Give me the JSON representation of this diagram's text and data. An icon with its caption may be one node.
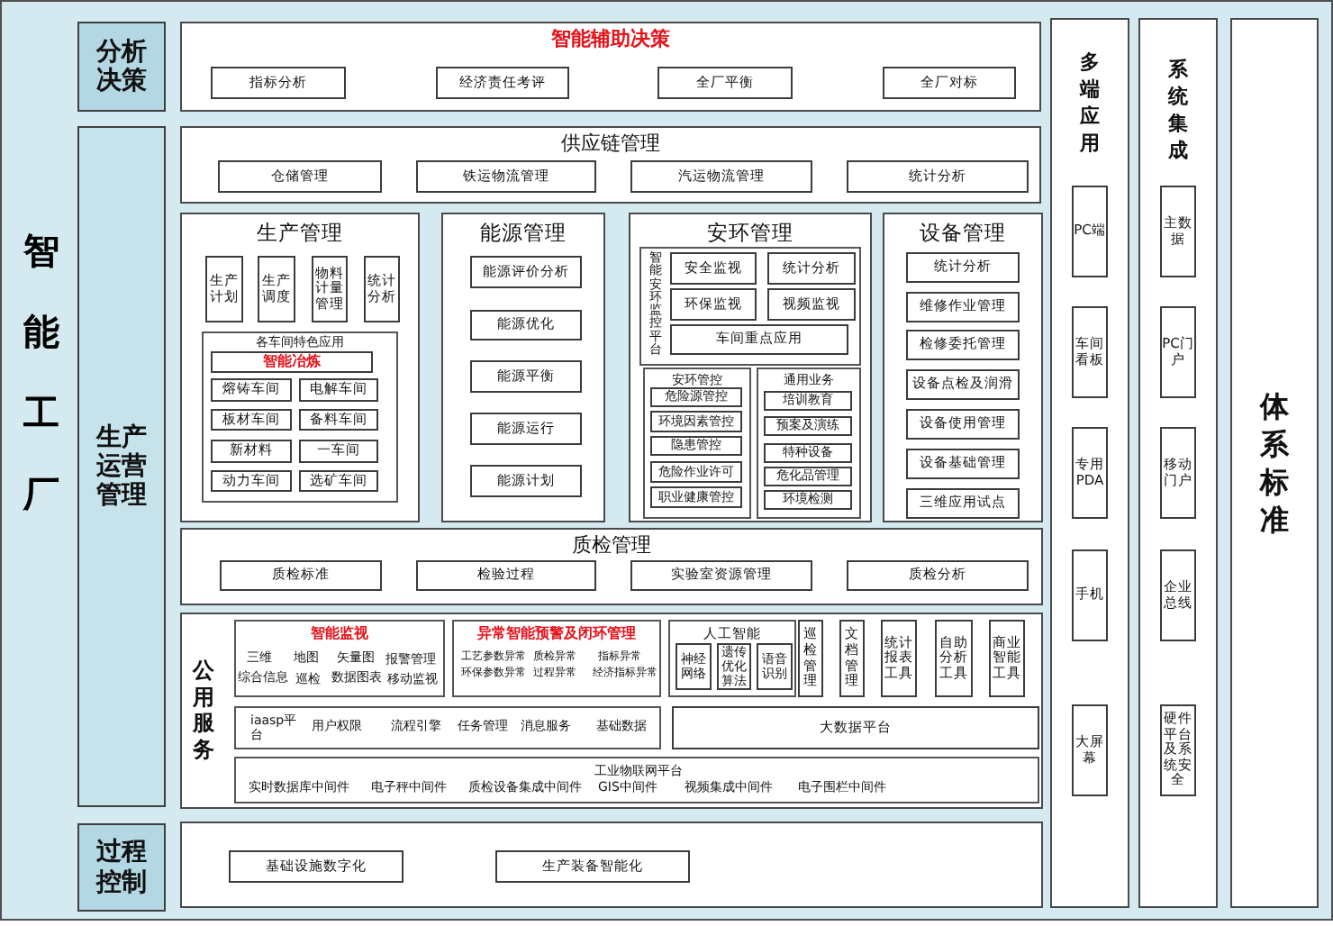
{
  "diagram": {
    "nodes": [
      {
        "text": [
          "智能工厂"
        ]
      },
      {
        "text": [
          "分析决策"
        ],
        "in": 0
      },
      {
        "text": [
          "智能辅助决策"
        ],
        "in": 0
      },
      {
        "text": [
          "指标分析"
        ],
        "in": 2
      },
      {
        "text": [
          "经济责任考评"
        ],
        "in": 2
      },
      {
        "text": [
          "全厂平衡"
        ],
        "in": 2
      },
      {
        "text": [
          "全厂对标"
        ],
        "in": 2
      },
      {
        "text": [
          "生产运营管理"
        ],
        "in": 0
      },
      {
        "text": [
          "供应链管理"
        ],
        "in": 0
      },
      {
        "text": [
          "仓储管理"
        ],
        "in": 8
      },
      {
        "text": [
          "铁运物流管理"
        ],
        "in": 8
      },
      {
        "text": [
          "汽运物流管理"
        ],
        "in": 8
      },
      {
        "text": [
          "统计分析"
        ],
        "in": 8
      },
      {
        "text": [
          "生产管理"
        ],
        "in": 0
      },
      {
        "text": [
          "生产计划"
        ],
        "in": 13
      },
      {
        "text": [
          "生产调度"
        ],
        "in": 13
      },
      {
        "text": [
          "物料计量管理"
        ],
        "in": 13
      },
      {
        "text": [
          "统计分析"
        ],
        "in": 13
      },
      {
        "text": [
          "各车间特色应用"
        ],
        "in": 13
      },
      {
        "text": [
          "智能冶炼"
        ],
        "in": 18
      },
      {
        "text": [
          "熔铸车间"
        ],
        "in": 18
      },
      {
        "text": [
          "电解车间"
        ],
        "in": 18
      },
      {
        "text": [
          "板材车间"
        ],
        "in": 18
      },
      {
        "text": [
          "备料车间"
        ],
        "in": 18
      },
      {
        "text": [
          "新材料"
        ],
        "in": 18
      },
      {
        "text": [
          "一车间"
        ],
        "in": 18
      },
      {
        "text": [
          "动力车间"
        ],
        "in": 18
      },
      {
        "text": [
          "选矿车间"
        ],
        "in": 18
      },
      {
        "text": [
          "能源管理"
        ],
        "in": 0
      },
      {
        "text": [
          "能源评价分析"
        ],
        "in": 28
      },
      {
        "text": [
          "能源优化"
        ],
        "in": 28
      },
      {
        "text": [
          "能源平衡"
        ],
        "in": 28
      },
      {
        "text": [
          "能源运行"
        ],
        "in": 28
      },
      {
        "text": [
          "能源计划"
        ],
        "in": 28
      },
      {
        "text": [
          "安环管理"
        ],
        "in": 0
      },
      {
        "text": [
          "智能安环监控平台"
        ],
        "in": 34
      },
      {
        "text": [
          "安全监视"
        ],
        "in": 35
      },
      {
        "text": [
          "统计分析"
        ],
        "in": 35
      },
      {
        "text": [
          "环保监视"
        ],
        "in": 35
      },
      {
        "text": [
          "视频监视"
        ],
        "in": 35
      },
      {
        "text": [
          "车间重点应用"
        ],
        "in": 35
      },
      {
        "text": [
          "安环管控"
        ],
        "in": 34
      },
      {
        "text": [
          "危险源管控"
        ],
        "in": 41
      },
      {
        "text": [
          "环境因素管控"
        ],
        "in": 41
      },
      {
        "text": [
          "隐患管控"
        ],
        "in": 41
      },
      {
        "text": [
          "危险作业许可"
        ],
        "in": 41
      },
      {
        "text": [
          "职业健康管控"
        ],
        "in": 41
      },
      {
        "text": [
          "通用业务"
        ],
        "in": 34
      },
      {
        "text": [
          "培训教育"
        ],
        "in": 47
      },
      {
        "text": [
          "预案及演练"
        ],
        "in": 47
      },
      {
        "text": [
          "特种设备"
        ],
        "in": 47
      },
      {
        "text": [
          "危化品管理"
        ],
        "in": 47
      },
      {
        "text": [
          "环境检测"
        ],
        "in": 47
      },
      {
        "text": [
          "设备管理"
        ],
        "in": 0
      },
      {
        "text": [
          "统计分析"
        ],
        "in": 53
      },
      {
        "text": [
          "维修作业管理"
        ],
        "in": 53
      },
      {
        "text": [
          "检修委托管理"
        ],
        "in": 53
      },
      {
        "text": [
          "设备点检及润滑"
        ],
        "in": 53
      },
      {
        "text": [
          "设备使用管理"
        ],
        "in": 53
      },
      {
        "text": [
          "设备基础管理"
        ],
        "in": 53
      },
      {
        "text": [
          "三维应用试点"
        ],
        "in": 53
      },
      {
        "text": [
          "质检管理"
        ],
        "in": 0
      },
      {
        "text": [
          "质检标准"
        ],
        "in": 61
      },
      {
        "text": [
          "检验过程"
        ],
        "in": 61
      },
      {
        "text": [
          "实验室资源管理"
        ],
        "in": 61
      },
      {
        "text": [
          "质检分析"
        ],
        "in": 61
      },
      {
        "text": [
          "公用服务"
        ],
        "in": 0
      },
      {
        "text": [
          "智能监视",
          "三维",
          "地图",
          "矢量图",
          "报警管理",
          "综合信息",
          "巡检",
          "数据图表",
          "移动监视"
        ],
        "in": 66
      },
      {
        "text": [
          "异常智能预警及闭环管理",
          "工艺参数异常",
          "质检异常",
          "指标异常",
          "环保参数异常",
          "过程异常",
          "经济指标异常"
        ],
        "in": 66
      },
      {
        "text": [
          "人工智能"
        ],
        "in": 66
      },
      {
        "text": [
          "神经网络"
        ],
        "in": 69
      },
      {
        "text": [
          "遗传优化算法"
        ],
        "in": 69
      },
      {
        "text": [
          "语音识别"
        ],
        "in": 69
      },
      {
        "text": [
          "巡检管理"
        ],
        "in": 66
      },
      {
        "text": [
          "文档管理"
        ],
        "in": 66
      },
      {
        "text": [
          "统计报表工具"
        ],
        "in": 66
      },
      {
        "text": [
          "自助分析工具"
        ],
        "in": 66
      },
      {
        "text": [
          "商业智能工具"
        ],
        "in": 66
      },
      {
        "text": [
          "iaasp平台",
          "用户权限",
          "流程引擎",
          "任务管理",
          "消息服务",
          "基础数据"
        ],
        "in": 66
      },
      {
        "text": [
          "大数据平台"
        ],
        "in": 66
      },
      {
        "text": [
          "实时数据库中间件",
          "电子秤中间件",
          "质检设备集成中间件",
          "工业物联网平台",
          "GIS中间件",
          "视频集成中间件",
          "电子围栏中间件"
        ],
        "in": 66
      },
      {
        "text": [
          "过程控制"
        ],
        "in": 0
      },
      {
        "text": [],
        "shape": "box",
        "in": 0
      },
      {
        "text": [
          "基础设施数字化"
        ],
        "in": 82
      },
      {
        "text": [
          "生产装备智能化"
        ],
        "in": 82
      },
      {
        "text": [
          "多端应用"
        ],
        "in": 0
      },
      {
        "text": [
          "PC端"
        ],
        "in": 85
      },
      {
        "text": [
          "车间看板"
        ],
        "in": 85
      },
      {
        "text": [
          "专用PDA"
        ],
        "in": 85
      },
      {
        "text": [
          "手机"
        ],
        "in": 85
      },
      {
        "text": [
          "大屏幕"
        ],
        "in": 85
      },
      {
        "text": [
          "系统集成"
        ],
        "in": 0
      },
      {
        "text": [
          "主数据"
        ],
        "in": 91
      },
      {
        "text": [
          "PC门户"
        ],
        "in": 91
      },
      {
        "text": [
          "移动门户"
        ],
        "in": 91
      },
      {
        "text": [
          "企业总线"
        ],
        "in": 91
      },
      {
        "text": [
          "硬件平台及系统安全"
        ],
        "in": 91
      },
      {
        "text": [
          "体系标准"
        ],
        "in": 0
      }
    ]
  }
}
